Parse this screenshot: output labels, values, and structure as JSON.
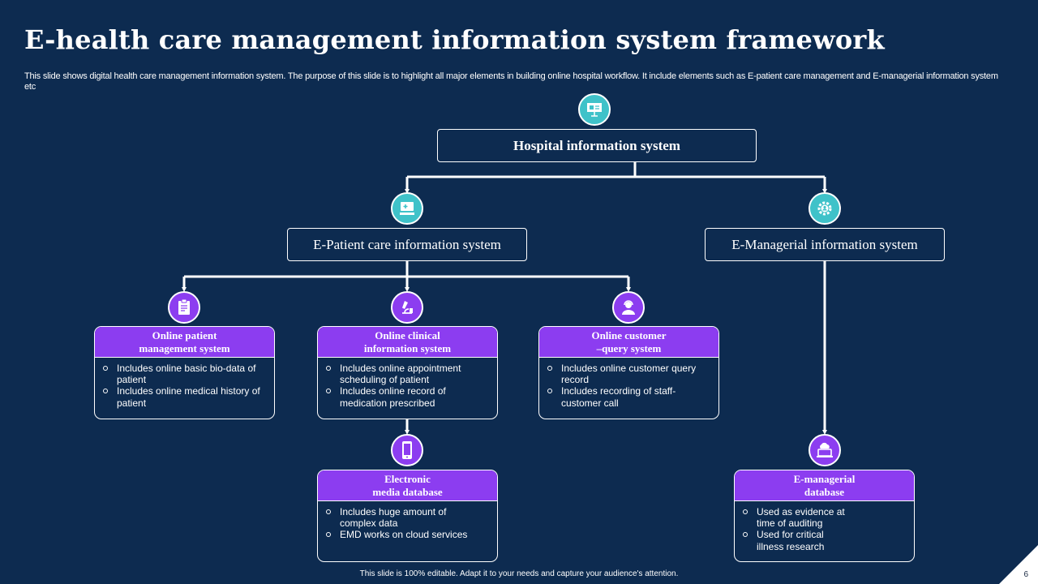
{
  "title": "E-health care management information system framework",
  "subtitle": "This slide shows digital health care management information system. The purpose of this slide is to highlight all major elements in building online hospital workflow. It include elements such as E-patient care management and E-managerial information system etc",
  "root": {
    "label": "Hospital information system",
    "icon": "presentation-board-icon"
  },
  "branches": {
    "patient": {
      "label": "E-Patient care information system",
      "icon": "patient-monitor-icon"
    },
    "managerial": {
      "label": "E-Managerial information system",
      "icon": "gear-person-icon"
    }
  },
  "cards": {
    "patient_mgmt": {
      "title_line1": "Online patient",
      "title_line2": "management system",
      "icon": "clipboard-icon",
      "bullets": [
        "Includes online basic bio-data of patient",
        "Includes online medical history of patient"
      ]
    },
    "clinical": {
      "title_line1": "Online clinical",
      "title_line2": "information system",
      "icon": "microscope-icon",
      "bullets": [
        "Includes online appointment scheduling of patient",
        "Includes online record of medication prescribed"
      ]
    },
    "customer_query": {
      "title_line1": "Online customer",
      "title_line2": "–query system",
      "icon": "support-agent-icon",
      "bullets": [
        "Includes online customer query record",
        "Includes recording of staff-customer call"
      ]
    },
    "emd": {
      "title_line1": "Electronic",
      "title_line2": "media database",
      "icon": "mobile-phone-icon",
      "bullets": [
        "Includes huge amount of complex data",
        "EMD works on cloud services"
      ]
    },
    "em_db": {
      "title_line1": "E-managerial",
      "title_line2": "database",
      "icon": "cloud-laptop-icon",
      "bullets": [
        "Used as evidence at time of auditing",
        "Used for critical illness research"
      ]
    }
  },
  "footer": "This slide is 100% editable.  Adapt it to your needs and capture your audience's attention.",
  "page_number": "6",
  "colors": {
    "background": "#0d2b50",
    "accent_purple": "#8c3df0",
    "accent_teal": "#3fc2c9",
    "line": "#ffffff"
  }
}
